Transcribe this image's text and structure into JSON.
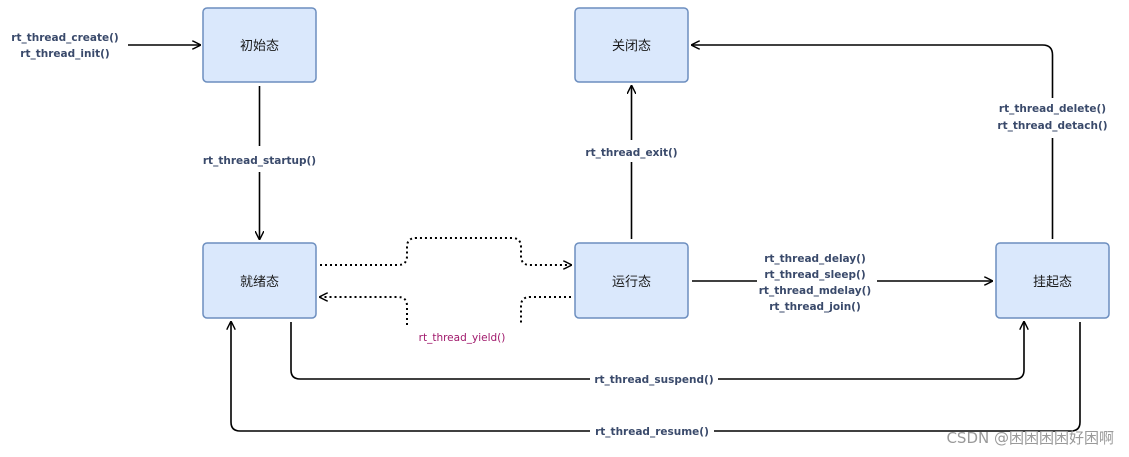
{
  "states": {
    "initial": "初始态",
    "closed": "关闭态",
    "ready": "就绪态",
    "running": "运行态",
    "suspended": "挂起态"
  },
  "transitions": {
    "create": [
      "rt_thread_create()",
      "rt_thread_init()"
    ],
    "startup": "rt_thread_startup()",
    "exit": "rt_thread_exit()",
    "delete": [
      "rt_thread_delete()",
      "rt_thread_detach()"
    ],
    "delay": [
      "rt_thread_delay()",
      "rt_thread_sleep()",
      "rt_thread_mdelay()",
      "rt_thread_join()"
    ],
    "yield": "rt_thread_yield()",
    "suspend": "rt_thread_suspend()",
    "resume": "rt_thread_resume()"
  },
  "watermark": "CSDN @困困困困好困啊"
}
